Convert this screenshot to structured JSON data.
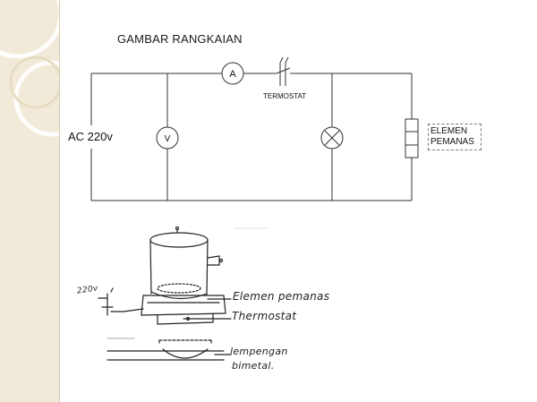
{
  "slide": {
    "title": "GAMBAR RANGKAIAN"
  },
  "circuit": {
    "source_label": "AC 220v",
    "ammeter_symbol": "A",
    "voltmeter_symbol": "V",
    "thermostat_label": "TERMOSTAT",
    "element_label_line1": "ELEMEN",
    "element_label_line2": "PEMANAS",
    "lamp_icon": "lamp-icon",
    "line_color": "#333333"
  },
  "sketch": {
    "voltage_label": "220v",
    "heater_label": "Elemen pemanas",
    "thermostat_label": "Thermostat",
    "plate_label_line1": "lempengan",
    "plate_label_line2": "bimetal."
  },
  "colors": {
    "side_panel": "#f2ead8",
    "ink": "#222222"
  }
}
